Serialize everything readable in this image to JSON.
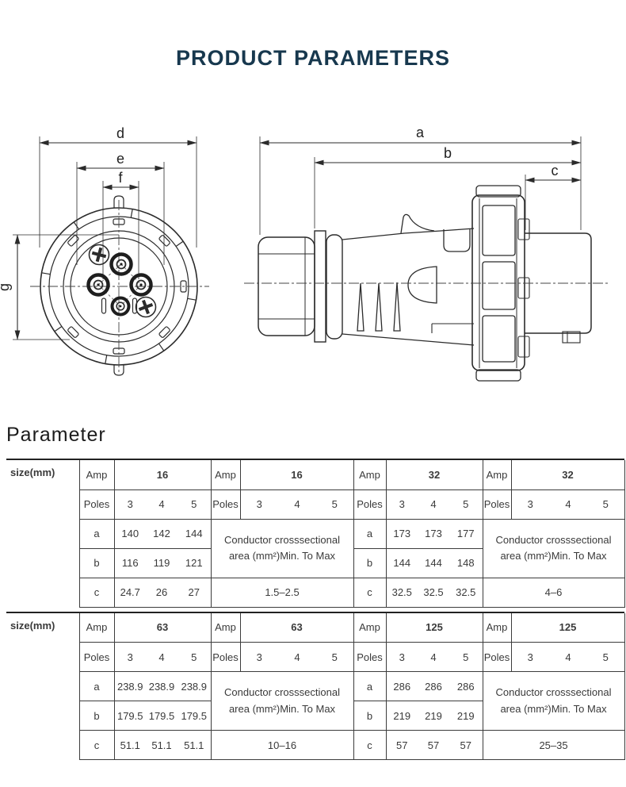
{
  "header": {
    "title": "PRODUCT PARAMETERS"
  },
  "section": {
    "heading": "Parameter"
  },
  "drawings": {
    "front_view": {
      "dim_labels": {
        "d": "d",
        "e": "e",
        "f": "f",
        "g": "g"
      }
    },
    "side_view": {
      "dim_labels": {
        "a": "a",
        "b": "b",
        "c": "c"
      }
    }
  },
  "table": {
    "size_header": "size(mm)",
    "labels": {
      "amp": "Amp",
      "poles": "Poles",
      "a": "a",
      "b": "b",
      "c": "c"
    },
    "conductor_note": "Conductor crosssectional area (mm²)Min. To Max",
    "blocks": [
      {
        "groups": [
          {
            "amp": "16",
            "poles": [
              "3",
              "4",
              "5"
            ],
            "a": [
              "140",
              "142",
              "144"
            ],
            "b": [
              "116",
              "119",
              "121"
            ],
            "c": [
              "24.7",
              "26",
              "27"
            ]
          },
          {
            "amp": "16",
            "poles": [
              "3",
              "4",
              "5"
            ],
            "range": "1.5–2.5"
          },
          {
            "amp": "32",
            "poles": [
              "3",
              "4",
              "5"
            ],
            "a": [
              "173",
              "173",
              "177"
            ],
            "b": [
              "144",
              "144",
              "148"
            ],
            "c": [
              "32.5",
              "32.5",
              "32.5"
            ]
          },
          {
            "amp": "32",
            "poles": [
              "3",
              "4",
              "5"
            ],
            "range": "4–6"
          }
        ]
      },
      {
        "groups": [
          {
            "amp": "63",
            "poles": [
              "3",
              "4",
              "5"
            ],
            "a": [
              "238.9",
              "238.9",
              "238.9"
            ],
            "b": [
              "179.5",
              "179.5",
              "179.5"
            ],
            "c": [
              "51.1",
              "51.1",
              "51.1"
            ]
          },
          {
            "amp": "63",
            "poles": [
              "3",
              "4",
              "5"
            ],
            "range": "10–16"
          },
          {
            "amp": "125",
            "poles": [
              "3",
              "4",
              "5"
            ],
            "a": [
              "286",
              "286",
              "286"
            ],
            "b": [
              "219",
              "219",
              "219"
            ],
            "c": [
              "57",
              "57",
              "57"
            ]
          },
          {
            "amp": "125",
            "poles": [
              "3",
              "4",
              "5"
            ],
            "range": "25–35"
          }
        ]
      }
    ]
  },
  "colors": {
    "title": "#17384e",
    "line": "#2b2b2b",
    "border": "#3c3c3c"
  }
}
